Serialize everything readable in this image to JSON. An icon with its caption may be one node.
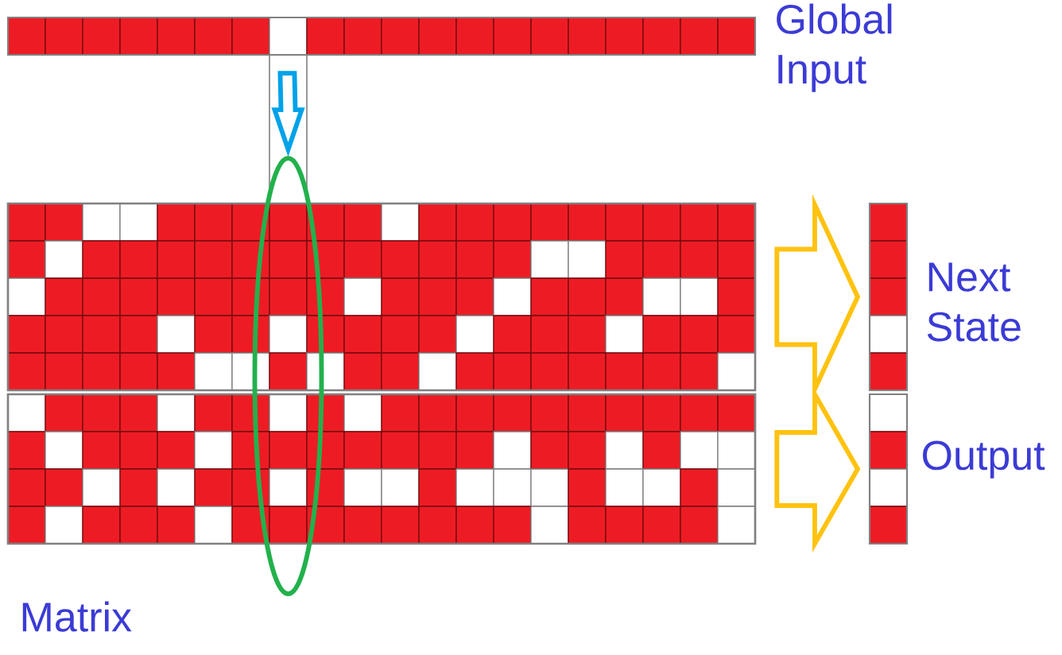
{
  "diagram": {
    "nodes": [
      {
        "text": [],
        "shape": "bar",
        "beside": [
          "Global Input"
        ]
      },
      {
        "text": [],
        "shape": "box"
      },
      {
        "text": [],
        "shape": "box"
      },
      {
        "text": [],
        "shape": "bar",
        "beside": [
          "Next State"
        ]
      },
      {
        "text": [],
        "shape": "bar",
        "beside": [
          "Output"
        ]
      },
      {
        "text": [],
        "shape": "ellipse"
      }
    ],
    "edges": [
      {
        "from": 0,
        "to": 5,
        "arrow": "to",
        "color": "#00a2e8"
      },
      {
        "from": 1,
        "to": 3,
        "arrow": "to"
      },
      {
        "from": 2,
        "to": 4,
        "arrow": "to"
      }
    ],
    "labels": [
      "Matrix"
    ]
  }
}
